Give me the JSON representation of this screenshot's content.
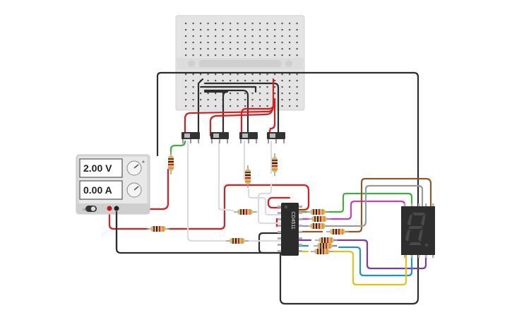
{
  "power_supply": {
    "voltage_display": "2.00 V",
    "current_display": "0.00 A",
    "toggle_label": "ON"
  },
  "decoder_chip": {
    "label": "CD4511"
  },
  "colors": {
    "wire_red": "#d71f1f",
    "wire_black": "#2d2d2d",
    "wire_white": "#dcdcdc",
    "wire_green": "#3fae3f",
    "wire_pink": "#c640b8",
    "wire_purple": "#7a3aa6",
    "wire_brown": "#8a5a2b",
    "wire_gray": "#9a9a9a",
    "wire_blue": "#1e8fd1",
    "wire_yellow": "#e3c21a",
    "breadboard": "#e4e4e4",
    "display_body": "#2e2e2e",
    "segment_off": "#4a4a4a"
  },
  "icons": {
    "breadboard": "breadboard-icon",
    "power_supply": "power-supply-icon",
    "switch": "slide-switch-icon",
    "resistor": "resistor-icon",
    "seven_segment": "seven-segment-display-icon",
    "chip": "ic-chip-icon"
  }
}
